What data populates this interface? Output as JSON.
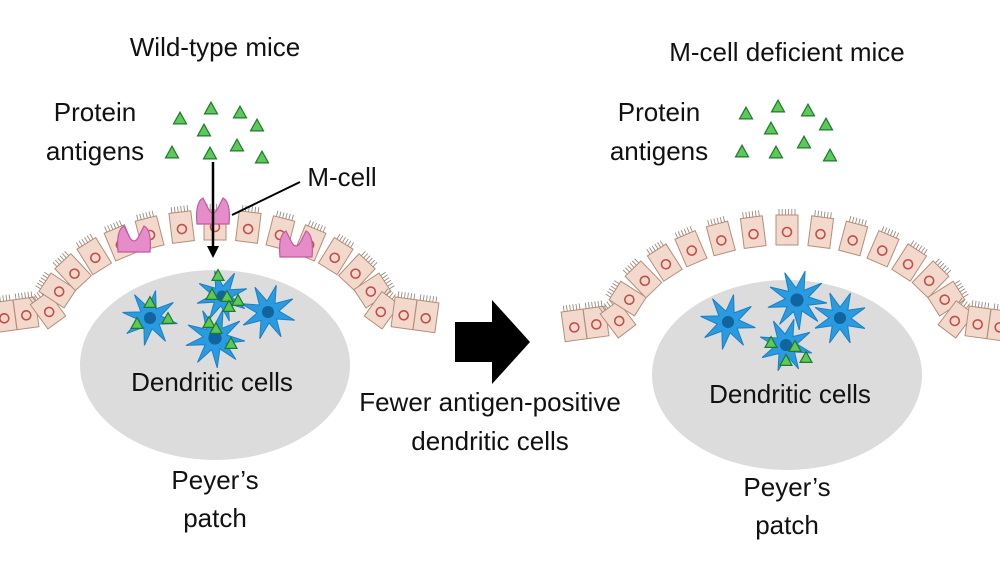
{
  "left_panel": {
    "title": "Wild-type mice",
    "antigen_label_line1": "Protein",
    "antigen_label_line2": "antigens",
    "mcell_label": "M-cell",
    "dendritic_label": "Dendritic cells",
    "patch_label_line1": "Peyer’s",
    "patch_label_line2": "patch"
  },
  "right_panel": {
    "title": "M-cell deficient mice",
    "antigen_label_line1": "Protein",
    "antigen_label_line2": "antigens",
    "dendritic_label": "Dendritic cells",
    "patch_label_line1": "Peyer’s",
    "patch_label_line2": "patch"
  },
  "center": {
    "result_line1": "Fewer antigen-positive",
    "result_line2": "dendritic cells"
  },
  "colors": {
    "antigen_fill": "#5cc95a",
    "antigen_stroke": "#1f7a2a",
    "dendritic_fill": "#2a9be0",
    "dendritic_core": "#12649e",
    "epithelium_fill": "#f3d9cb",
    "nucleus": "#c0504d",
    "mcell": "#e58cc9",
    "patch": "#dcdcdc",
    "arrow": "#000000"
  },
  "icons": {
    "antigen": "triangle-icon",
    "dendritic_cell": "star-cell-icon",
    "transition": "right-arrow-icon"
  }
}
